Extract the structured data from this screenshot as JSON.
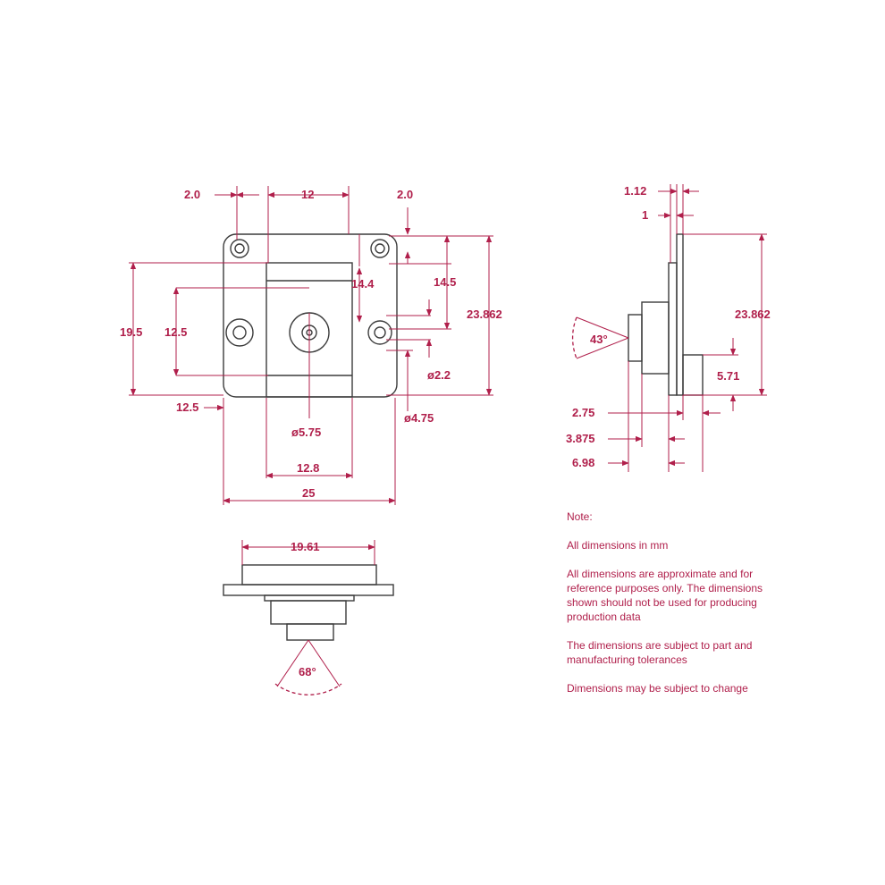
{
  "colors": {
    "dimension": "#b01f4b",
    "outline": "#3c3c3c"
  },
  "front": {
    "d_top_left": "2.0",
    "d_top_mid": "12",
    "d_top_right": "2.0",
    "d_14_4": "14.4",
    "d_14_5": "14.5",
    "d_23_862": "23.862",
    "d_19_5": "19.5",
    "d_12_5_v": "12.5",
    "d_2_2": "ø2.2",
    "d_12_5_h": "12.5",
    "d_4_75": "ø4.75",
    "d_5_75": "ø5.75",
    "d_12_8": "12.8",
    "d_25": "25"
  },
  "side": {
    "d_1_12": "1.12",
    "d_1": "1",
    "d_23_862": "23.862",
    "d_43": "43°",
    "d_5_71": "5.71",
    "d_2_75": "2.75",
    "d_3_875": "3.875",
    "d_6_98": "6.98"
  },
  "bottom": {
    "d_19_61": "19.61",
    "d_68": "68°"
  },
  "notes": {
    "title": "Note:",
    "line1": "All dimensions in mm",
    "line2": "All dimensions are approximate and for reference purposes only. The dimensions shown should not be used for producing production data",
    "line3": "The dimensions are subject to part and manufacturing tolerances",
    "line4": "Dimensions may be subject to change"
  }
}
